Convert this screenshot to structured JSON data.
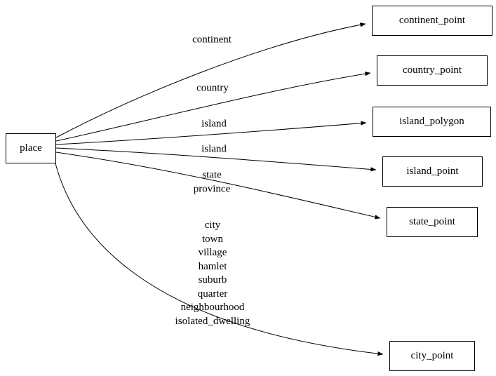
{
  "diagram": {
    "source_node": {
      "label": "place"
    },
    "target_nodes": [
      {
        "label": "continent_point"
      },
      {
        "label": "country_point"
      },
      {
        "label": "island_polygon"
      },
      {
        "label": "island_point"
      },
      {
        "label": "state_point"
      },
      {
        "label": "city_point"
      }
    ],
    "edge_labels": [
      {
        "text": "continent"
      },
      {
        "text": "country"
      },
      {
        "text": "island"
      },
      {
        "text": "island"
      },
      {
        "text": "state\nprovince"
      },
      {
        "text": "city\ntown\nvillage\nhamlet\nsuburb\nquarter\nneighbourhood\nisolated_dwelling"
      }
    ],
    "colors": {
      "edge": "#000000",
      "node_border": "#000000",
      "background": "#ffffff"
    }
  }
}
